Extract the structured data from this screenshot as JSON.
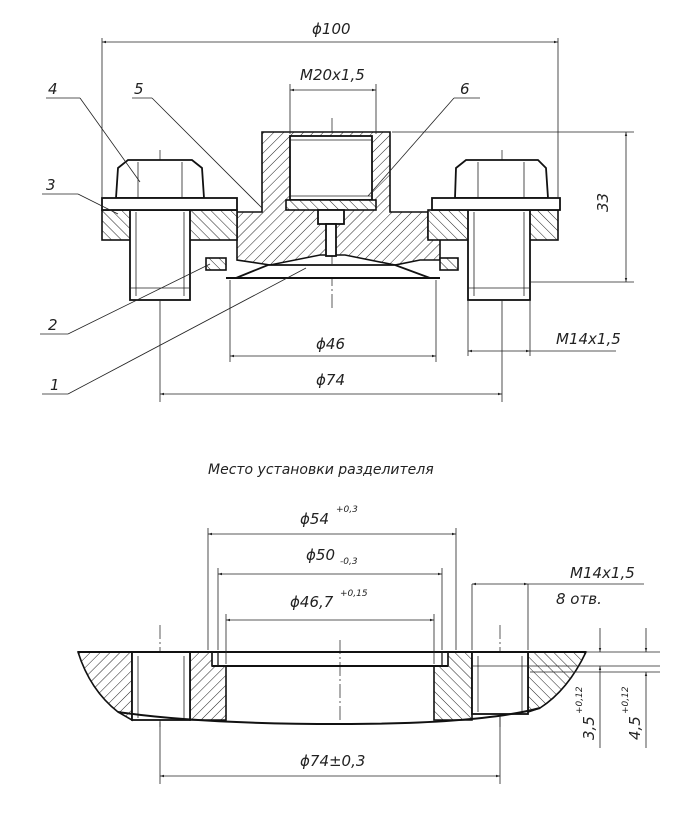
{
  "top_view": {
    "dim_d100": "ϕ100",
    "dim_thread_top": "M20x1,5",
    "dim_height": "33",
    "dim_d46": "ϕ46",
    "dim_d74": "ϕ74",
    "dim_thread_side": "M14x1,5",
    "callouts": [
      "1",
      "2",
      "3",
      "4",
      "5",
      "6"
    ]
  },
  "section_title": "Место установки разделителя",
  "bottom_view": {
    "dim_d54": "ϕ54",
    "dim_d54_tol": "+0,3",
    "dim_d50": "ϕ50",
    "dim_d50_tol": "-0,3",
    "dim_d467": "ϕ46,7",
    "dim_d467_tol": "+0,15",
    "dim_thread": "M14x1,5",
    "dim_holes": "8 отв.",
    "dim_depth1": "3,5",
    "dim_depth1_tol": "+0,12",
    "dim_depth2": "4,5",
    "dim_depth2_tol": "+0,12",
    "dim_d74": "ϕ74±0,3"
  }
}
